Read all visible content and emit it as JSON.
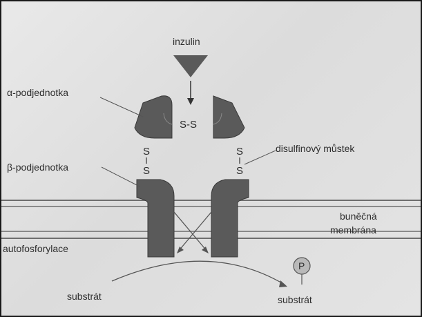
{
  "labels": {
    "insulin": "inzulin",
    "alpha_subunit": "α-podjednotka",
    "beta_subunit": "β-podjednotka",
    "disulfide_bridge": "disulfinový můstek",
    "cell_membrane_line1": "buněčná",
    "cell_membrane_line2": "membrána",
    "autophosphorylation": "autofosforylace",
    "substrate_left": "substrát",
    "substrate_right": "substrát",
    "phosphate": "P"
  },
  "bonds": {
    "alpha_alpha": "S-S",
    "sulfur": "S"
  },
  "colors": {
    "subunit_fill": "#5a5a5a",
    "membrane_line": "#6e6e6e",
    "phosphate_fill": "#b9b9b9",
    "background": "#e2e2e2"
  }
}
